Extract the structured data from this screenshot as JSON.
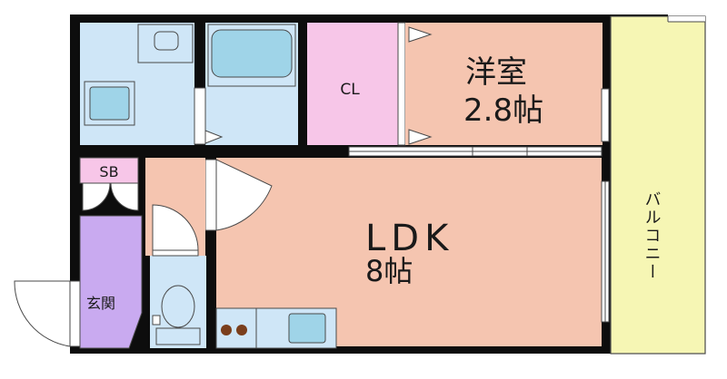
{
  "rooms": {
    "western_room": {
      "name": "洋室",
      "size": "2.8帖"
    },
    "ldk": {
      "name": "LDK",
      "size": "8帖"
    },
    "closet": {
      "name": "CL"
    },
    "shoe_box": {
      "name": "SB"
    },
    "entrance": {
      "name": "玄関"
    },
    "balcony": {
      "name": "バルコニー"
    }
  },
  "colors": {
    "wall": "#0d0d0d",
    "room_pink": "#f5c5b0",
    "closet": "#f7c6e8",
    "wet_area": "#cfe6f7",
    "fixture": "#9fd4e8",
    "entrance": "#c9aaf0",
    "balcony": "#f6f6b4",
    "outline": "#4a4a4a",
    "burner": "#7a3e1c"
  }
}
